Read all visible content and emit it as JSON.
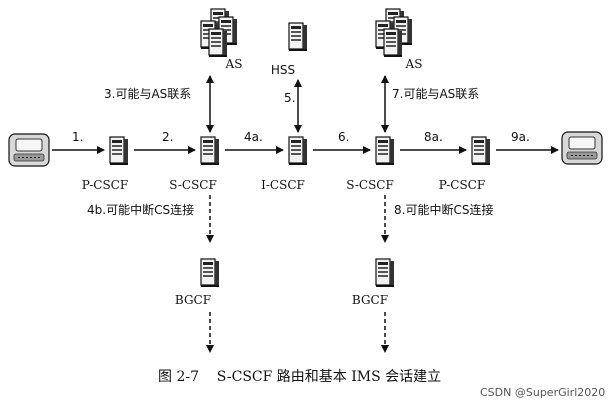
{
  "nodes": {
    "as_left": "AS",
    "hss": "HSS",
    "as_right": "AS",
    "pcscf_left": "P-CSCF",
    "scscf_left": "S-CSCF",
    "icscf": "I-CSCF",
    "scscf_right": "S-CSCF",
    "pcscf_right": "P-CSCF",
    "bgcf_left": "BGCF",
    "bgcf_right": "BGCF"
  },
  "edges": {
    "step1": "1.",
    "step2": "2.",
    "step3": "3.可能与AS联系",
    "step4a": "4a.",
    "step4b": "4b.可能中断CS连接",
    "step5": "5.",
    "step6": "6.",
    "step7": "7.可能与AS联系",
    "step8": "8.可能中断CS连接",
    "step8a": "8a.",
    "step9a": "9a."
  },
  "caption": "图 2-7    S-CSCF 路由和基本 IMS 会话建立",
  "watermark": "CSDN @SuperGirl2020"
}
